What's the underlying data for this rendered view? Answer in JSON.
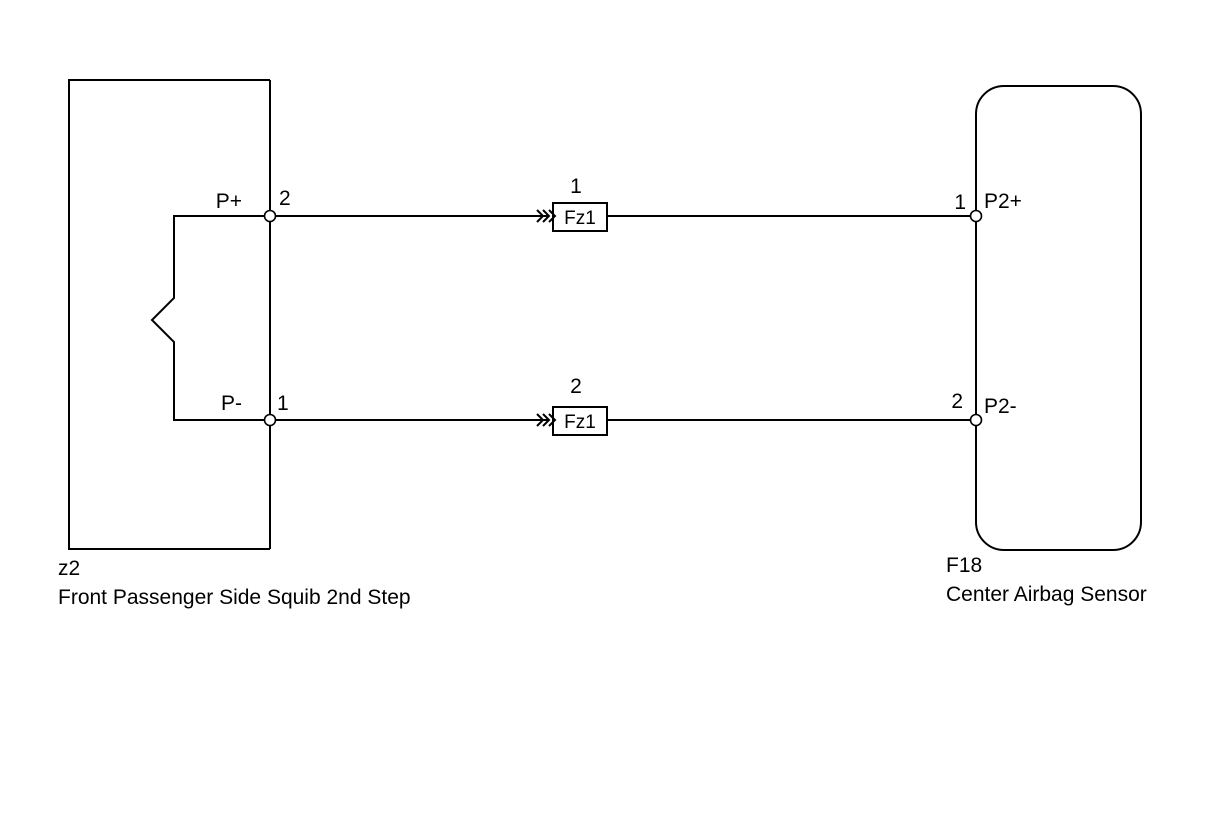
{
  "left_component": {
    "code": "z2",
    "name": "Front Passenger Side Squib 2nd Step",
    "pins": [
      {
        "pin": "2",
        "signal": "P+"
      },
      {
        "pin": "1",
        "signal": "P-"
      }
    ]
  },
  "right_component": {
    "code": "F18",
    "name": "Center Airbag Sensor",
    "pins": [
      {
        "pin": "1",
        "signal": "P2+"
      },
      {
        "pin": "2",
        "signal": "P2-"
      }
    ]
  },
  "connectors": [
    {
      "pin": "1",
      "label": "Fz1"
    },
    {
      "pin": "2",
      "label": "Fz1"
    }
  ]
}
